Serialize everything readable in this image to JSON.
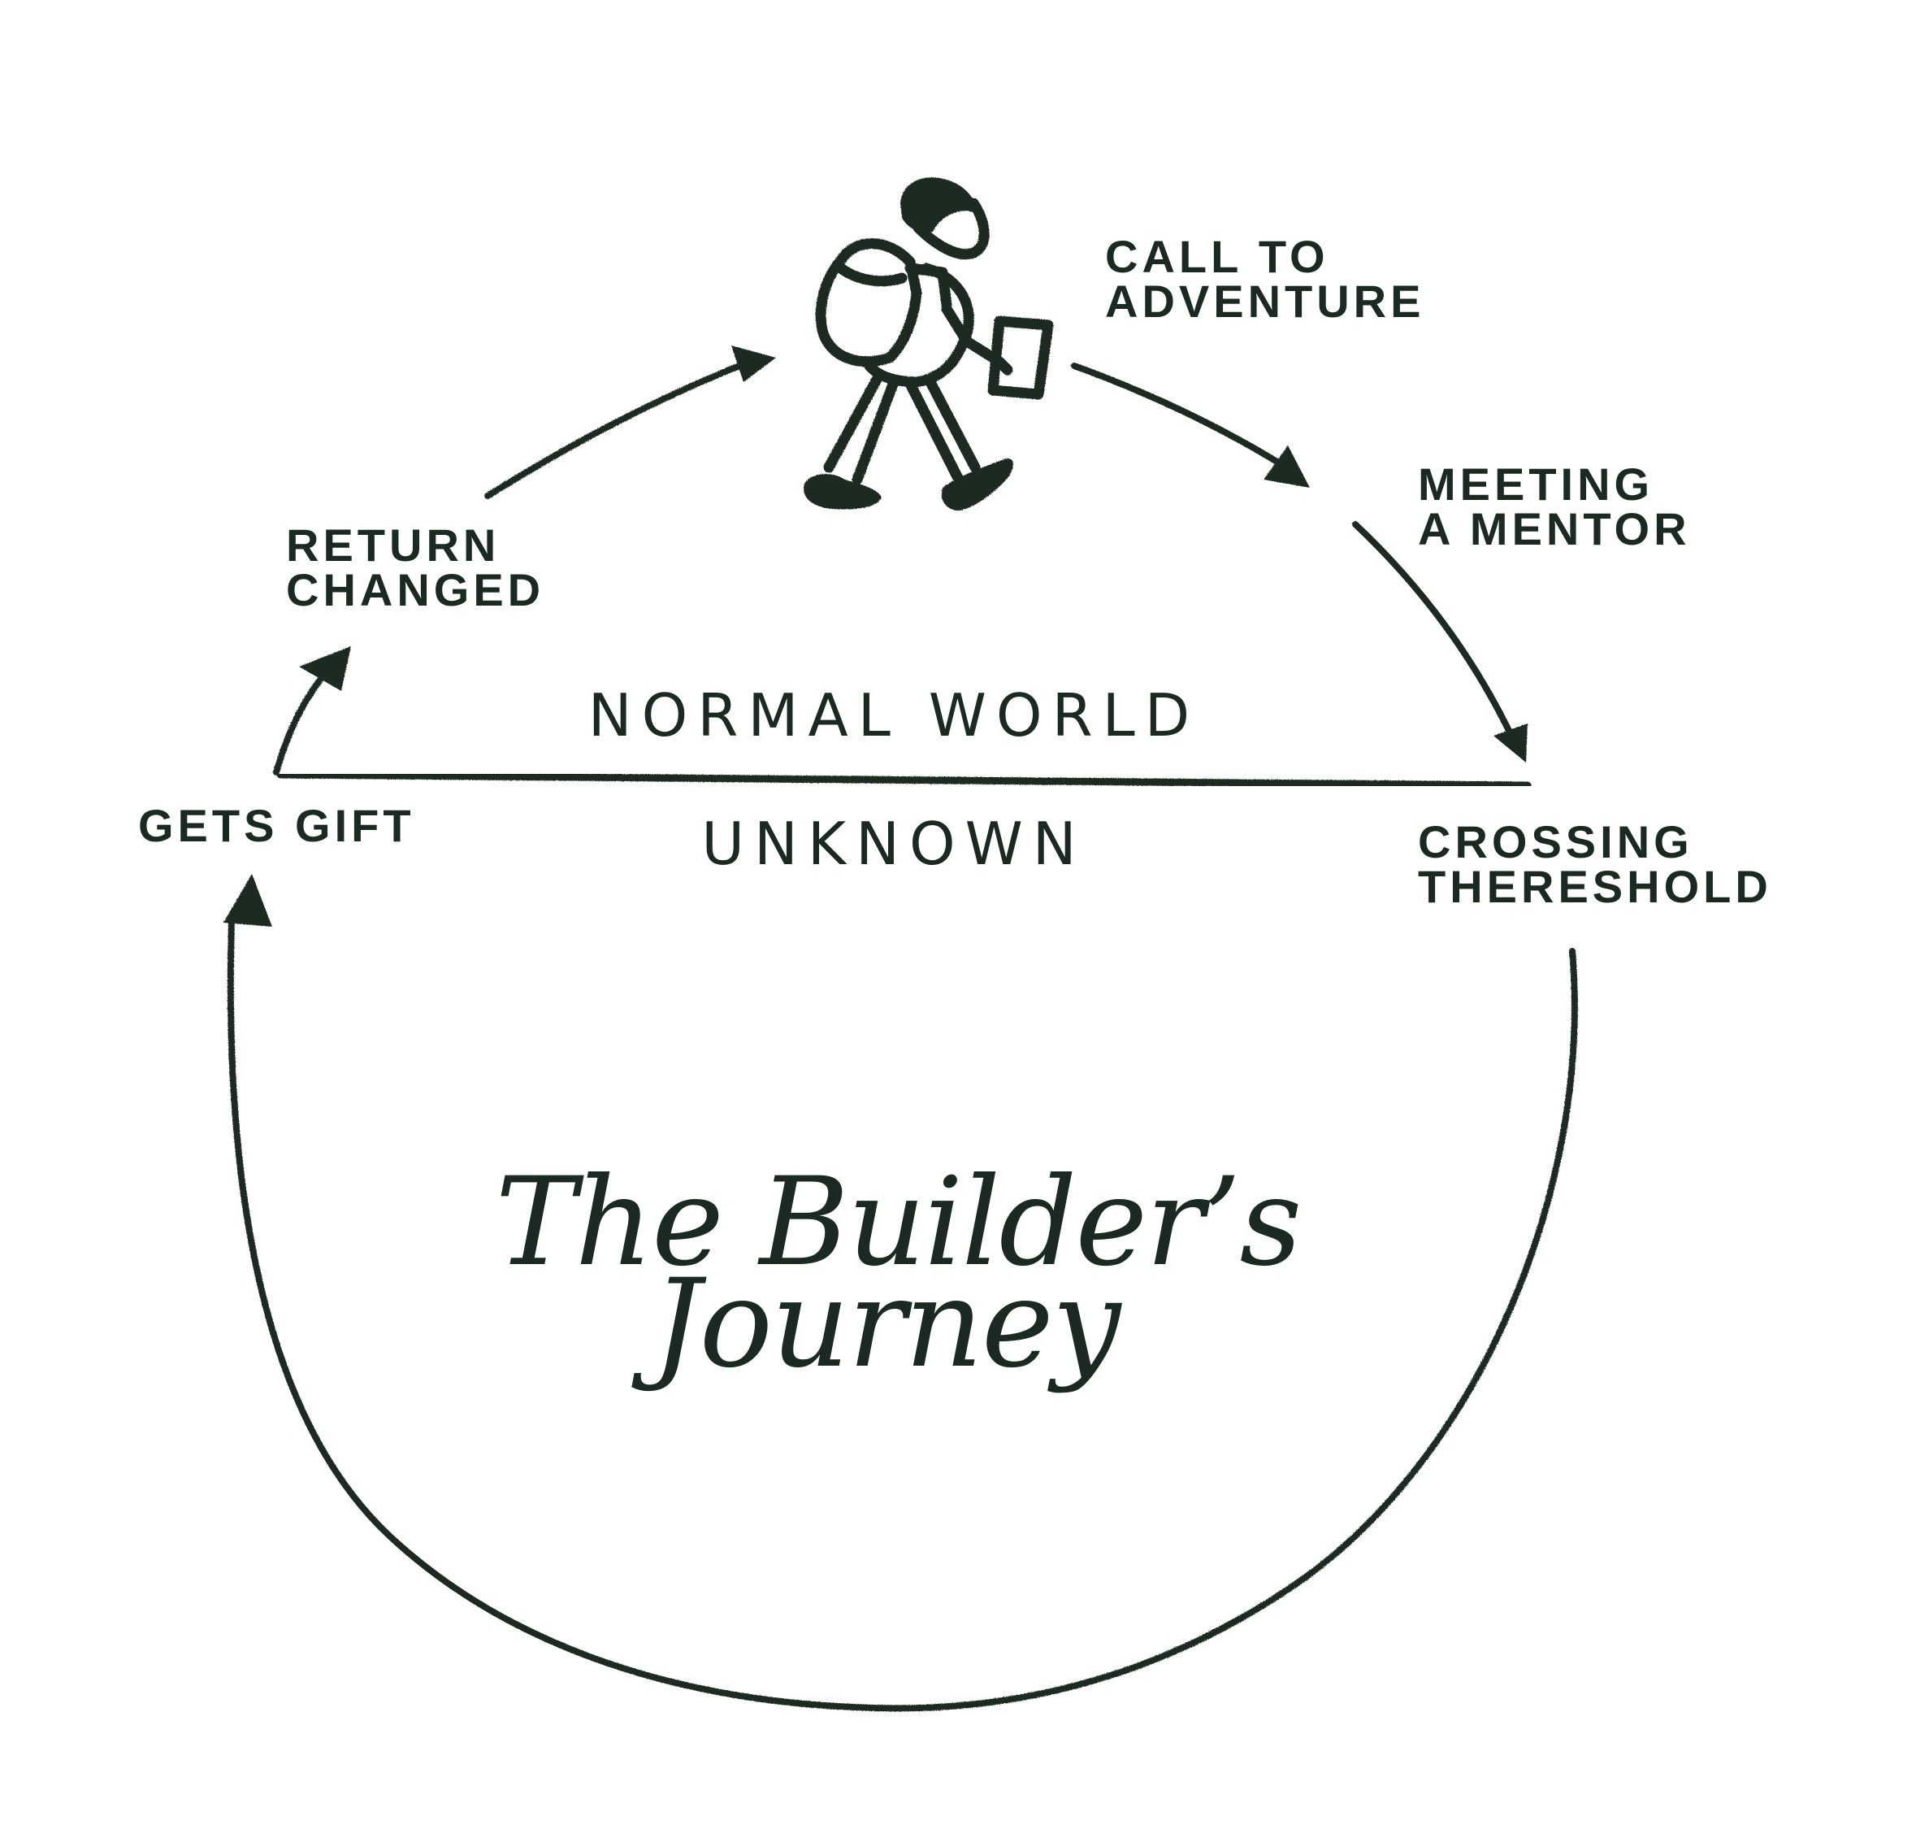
{
  "colors": {
    "ink": "#1a2a22",
    "background": "#ffffff"
  },
  "title": {
    "line1": "The Builder’s",
    "line2": "Journey"
  },
  "worlds": {
    "upper": "NORMAL WORLD",
    "lower": "UNKNOWN"
  },
  "stages": {
    "call_to_adventure": {
      "line1": "CALL TO",
      "line2": "ADVENTURE"
    },
    "meeting_a_mentor": {
      "line1": "MEETING",
      "line2": "A MENTOR"
    },
    "crossing_threshold": {
      "line1": "CROSSING",
      "line2": "THERESHOLD"
    },
    "gets_gift": {
      "line1": "GETS GIFT"
    },
    "return_changed": {
      "line1": "RETURN",
      "line2": "CHANGED"
    }
  },
  "icons": {
    "hero": "hiker-with-backpack-icon"
  }
}
